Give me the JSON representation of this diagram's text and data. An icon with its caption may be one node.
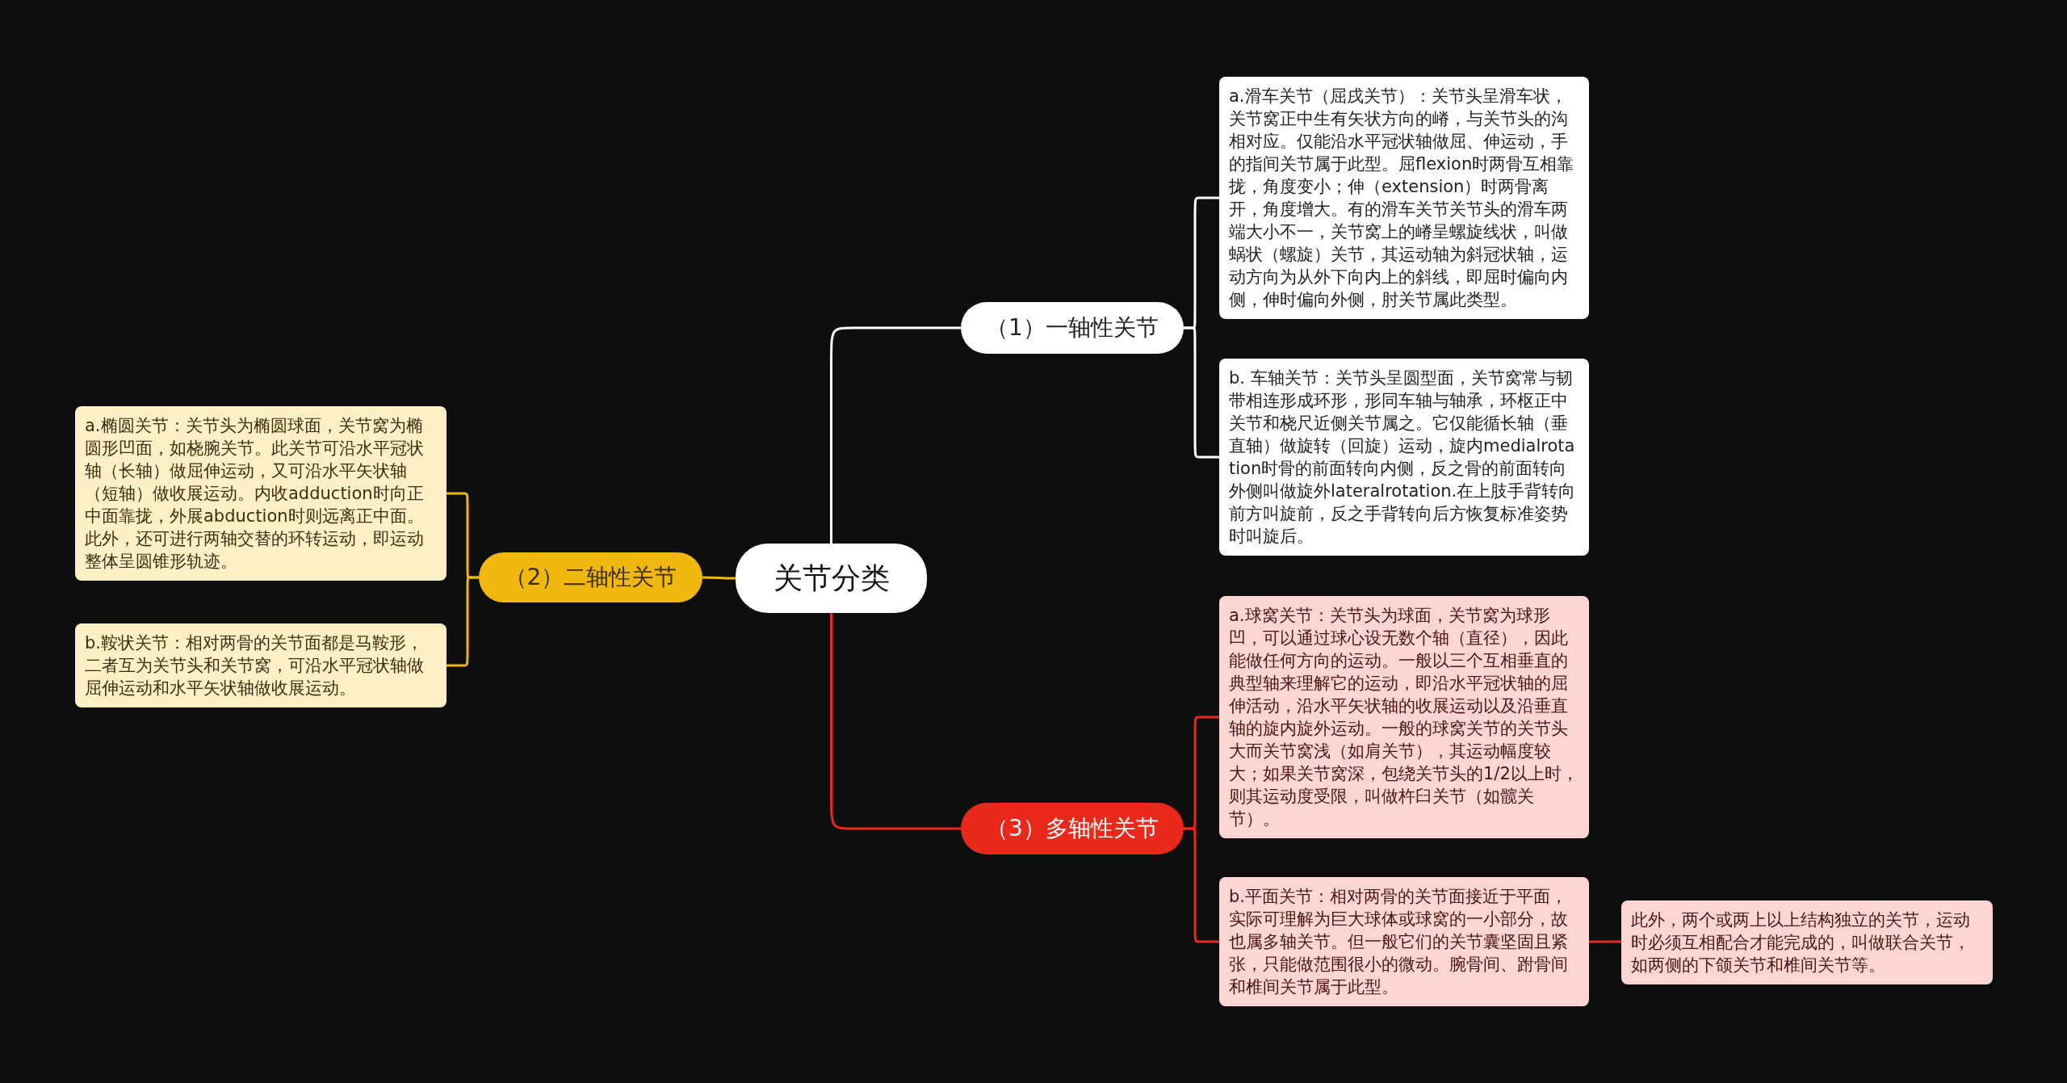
{
  "diagram": {
    "nodes": [
      {
        "text": [
          "关节分类"
        ]
      },
      {
        "text": [
          "（1）一轴性关节"
        ]
      },
      {
        "text": [
          "（2）二轴性关节"
        ]
      },
      {
        "text": [
          "（3）多轴性关节"
        ]
      },
      {
        "text": [
          "a.滑车关节（屈戌关节）：关节头呈滑车状，关节窝正中生有矢状方向的嵴，与关节头的沟相对应。仅能沿水平冠状轴做屈、伸运动，手的指间关节属于此型。屈flexion时两骨互相靠拢，角度变小；伸（extension）时两骨离开，角度增大。有的滑车关节关节头的滑车两端大小不一，关节窝上的嵴呈螺旋线状，叫做蜗状（螺旋）关节，其运动轴为斜冠状轴，运动方向为从外下向内上的斜线，即屈时偏向内侧，伸时偏向外侧，肘关节属此类型。"
        ]
      },
      {
        "text": [
          "b. 车轴关节：关节头呈圆型面，关节窝常与韧带相连形成环形，形同车轴与轴承，环枢正中关节和桡尺近侧关节属之。它仅能循长轴（垂直轴）做旋转（回旋）运动，旋内medialrotation时骨的前面转向内侧，反之骨的前面转向外侧叫做旋外lateralrotation.在上肢手背转向前方叫旋前，反之手背转向后方恢复标准姿势时叫旋后。"
        ]
      },
      {
        "text": [
          "a.椭圆关节：关节头为椭圆球面，关节窝为椭圆形凹面，如桡腕关节。此关节可沿水平冠状轴（长轴）做屈伸运动，又可沿水平矢状轴（短轴）做收展运动。内收adduction时向正中面靠拢，外展abduction时则远离正中面。此外，还可进行两轴交替的环转运动，即运动整体呈圆锥形轨迹。"
        ]
      },
      {
        "text": [
          "b.鞍状关节：相对两骨的关节面都是马鞍形，二者互为关节头和关节窝，可沿水平冠状轴做屈伸运动和水平矢状轴做收展运动。"
        ]
      },
      {
        "text": [
          "a.球窝关节：关节头为球面，关节窝为球形凹，可以通过球心设无数个轴（直径），因此能做任何方向的运动。一般以三个互相垂直的典型轴来理解它的运动，即沿水平冠状轴的屈伸活动，沿水平矢状轴的收展运动以及沿垂直轴的旋内旋外运动。一般的球窝关节的关节头大而关节窝浅（如肩关节），其运动幅度较大；如果关节窝深，包绕关节头的1/2以上时，则其运动度受限，叫做杵臼关节（如髋关节）。"
        ]
      },
      {
        "text": [
          "b.平面关节：相对两骨的关节面接近于平面，实际可理解为巨大球体或球窝的一小部分，故也属多轴关节。但一般它们的关节囊坚固且紧张，只能做范围很小的微动。腕骨间、跗骨间和椎间关节属于此型。"
        ]
      },
      {
        "text": [
          "此外，两个或两上以上结构独立的关节，运动时必须互相配合才能完成的，叫做联合关节，如两侧的下颌关节和椎间关节等。"
        ]
      }
    ],
    "edges": [
      {
        "from": 0,
        "to": 1,
        "arrow": "none",
        "color": "#ffffff"
      },
      {
        "from": 0,
        "to": 2,
        "arrow": "none",
        "color": "#f0b70f"
      },
      {
        "from": 0,
        "to": 3,
        "arrow": "none",
        "color": "#e8291c"
      },
      {
        "from": 1,
        "to": 4,
        "arrow": "none",
        "color": "#ffffff"
      },
      {
        "from": 1,
        "to": 5,
        "arrow": "none",
        "color": "#ffffff"
      },
      {
        "from": 2,
        "to": 6,
        "arrow": "none",
        "color": "#f0b70f"
      },
      {
        "from": 2,
        "to": 7,
        "arrow": "none",
        "color": "#f0b70f"
      },
      {
        "from": 3,
        "to": 8,
        "arrow": "none",
        "color": "#e8291c"
      },
      {
        "from": 3,
        "to": 9,
        "arrow": "none",
        "color": "#e8291c"
      },
      {
        "from": 9,
        "to": 10,
        "arrow": "none",
        "color": "#e8291c"
      }
    ]
  }
}
